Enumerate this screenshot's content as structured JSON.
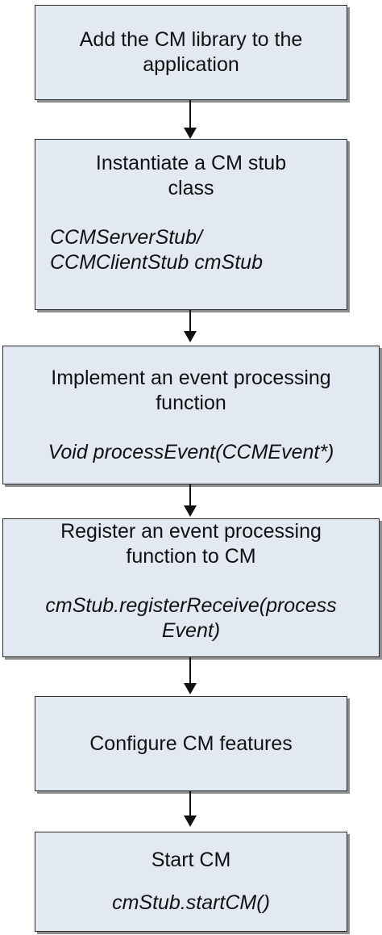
{
  "steps": [
    {
      "title_lines": [
        "Add the CM library to the",
        "application"
      ]
    },
    {
      "title_lines": [
        "Instantiate a CM stub",
        "class"
      ],
      "code_lines": [
        "CCMServerStub/",
        "CCMClientStub cmStub"
      ]
    },
    {
      "title_lines": [
        "Implement an event processing",
        "function"
      ],
      "code_lines": [
        "Void processEvent(CCMEvent*)"
      ]
    },
    {
      "title_lines": [
        "Register an event processing",
        "function to CM"
      ],
      "code_lines": [
        "cmStub.registerReceive(process",
        "Event)"
      ]
    },
    {
      "title_lines": [
        "Configure CM features"
      ]
    },
    {
      "title_lines": [
        "Start CM"
      ],
      "code_lines": [
        "cmStub.startCM()"
      ]
    }
  ]
}
